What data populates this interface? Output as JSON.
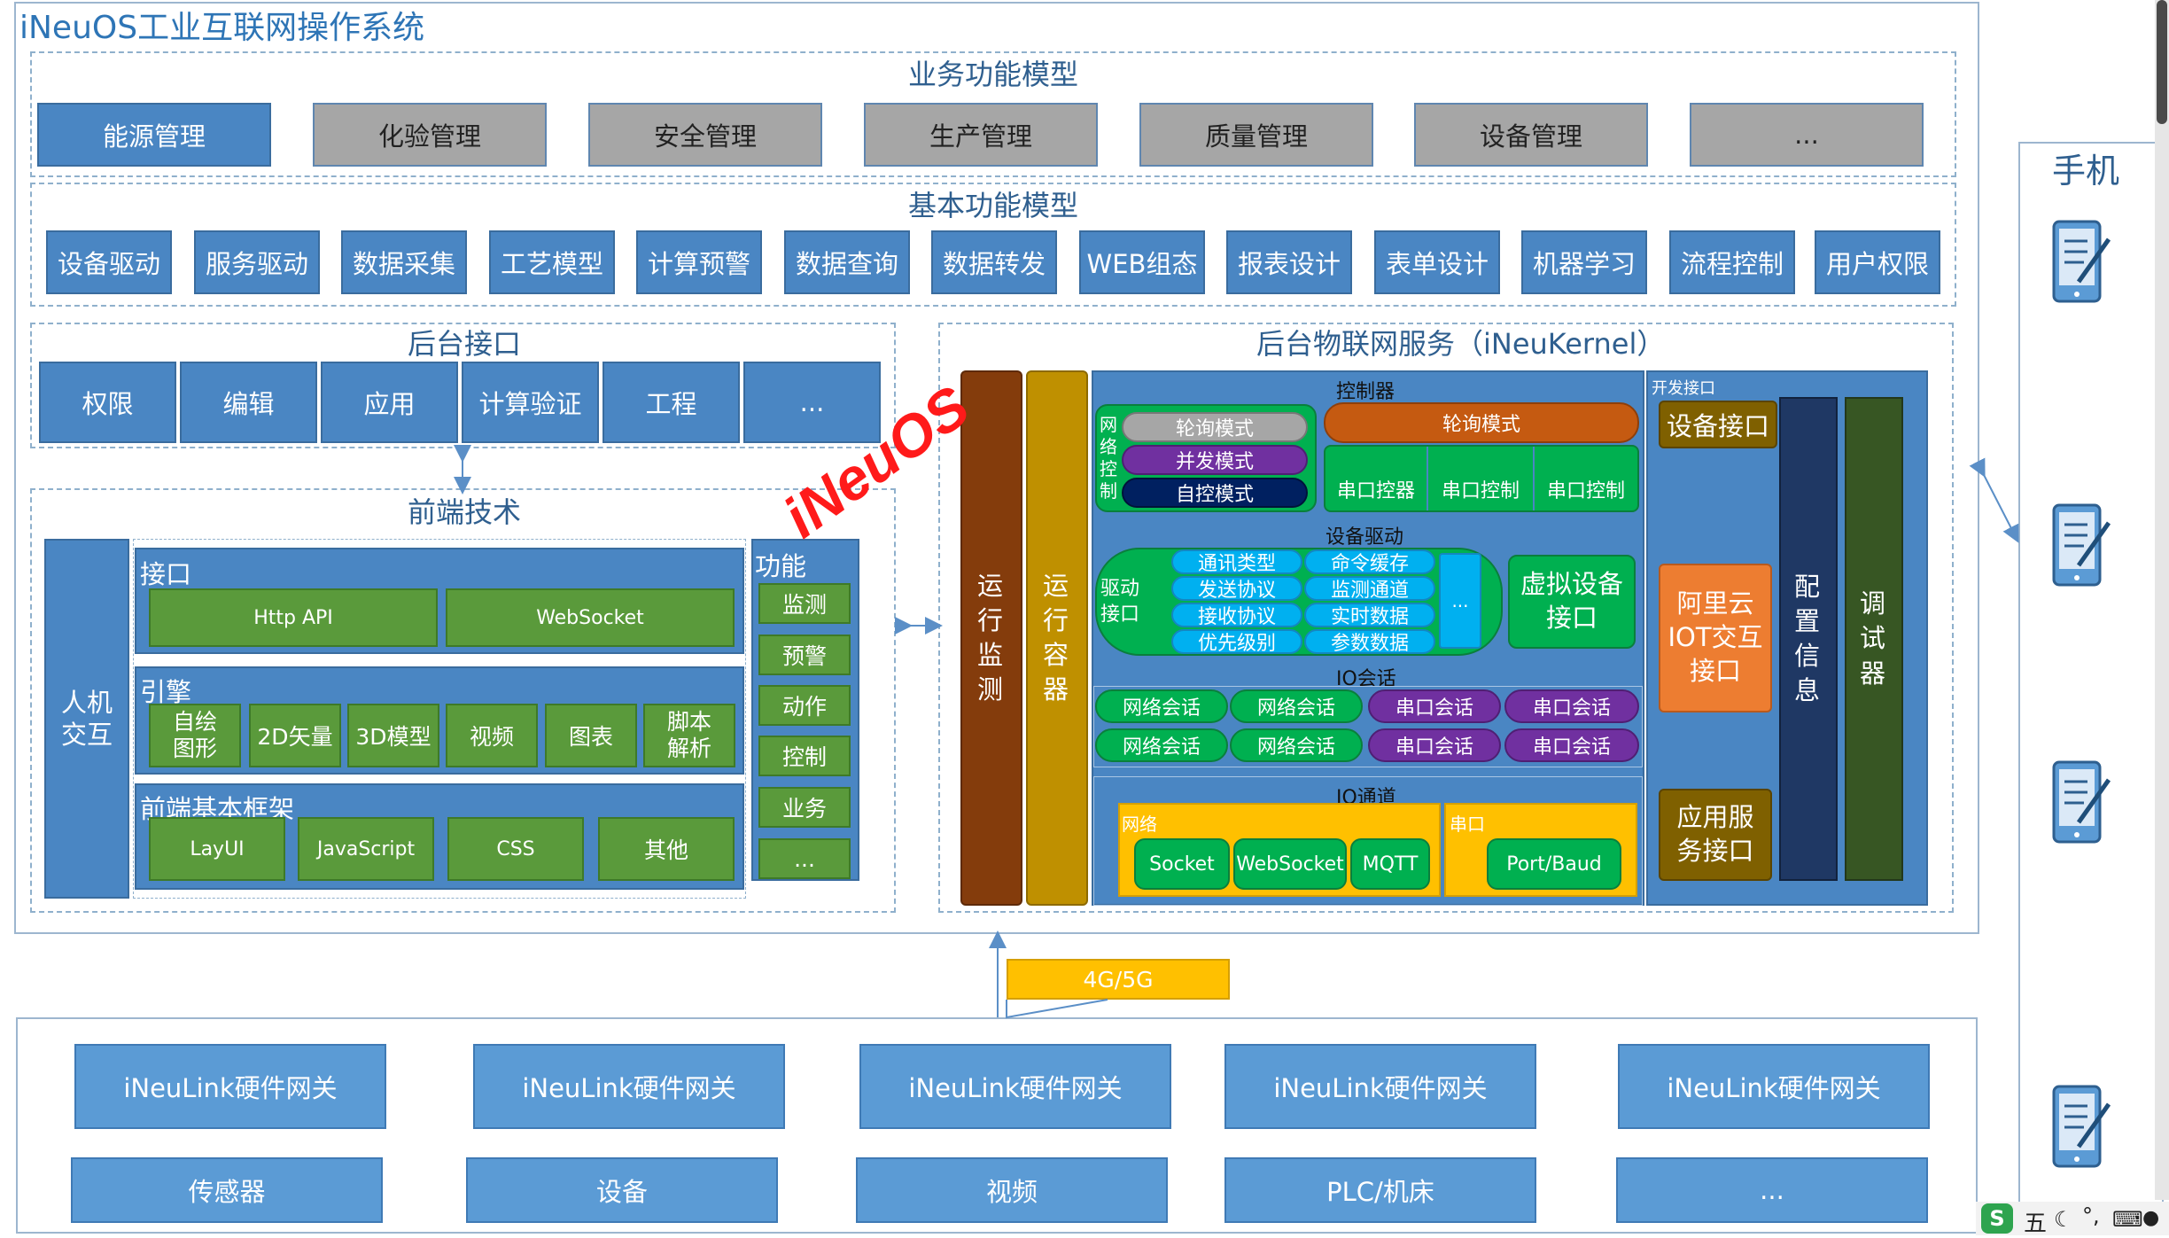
{
  "system_title": "iNeuOS工业互联网操作系统",
  "business": {
    "title": "业务功能模型",
    "items": [
      "能源管理",
      "化验管理",
      "安全管理",
      "生产管理",
      "质量管理",
      "设备管理",
      "..."
    ]
  },
  "basic": {
    "title": "基本功能模型",
    "items": [
      "设备驱动",
      "服务驱动",
      "数据采集",
      "工艺模型",
      "计算预警",
      "数据查询",
      "数据转发",
      "WEB组态",
      "报表设计",
      "表单设计",
      "机器学习",
      "流程控制",
      "用户权限"
    ]
  },
  "backend": {
    "title": "后台接口",
    "items": [
      "权限",
      "编辑",
      "应用",
      "计算验证",
      "工程",
      "..."
    ]
  },
  "frontend": {
    "title": "前端技术",
    "hci": "人机交互",
    "interface": {
      "title": "接口",
      "items": [
        "Http API",
        "WebSocket"
      ]
    },
    "engine": {
      "title": "引擎",
      "items": [
        "自绘图形",
        "2D矢量",
        "3D模型",
        "视频",
        "图表",
        "脚本解析"
      ]
    },
    "framework": {
      "title": "前端基本框架",
      "items": [
        "LayUI",
        "JavaScript",
        "CSS",
        "其他"
      ]
    },
    "functions": {
      "title": "功能",
      "items": [
        "监测",
        "预警",
        "动作",
        "控制",
        "业务",
        "..."
      ]
    }
  },
  "watermark": "iNeuOS",
  "iot": {
    "title": "后台物联网服务（iNeuKernel）",
    "run_monitor": "运行监测",
    "run_container": "运行容器",
    "controller": {
      "title": "控制器",
      "net_ctrl": "网络控制",
      "modes": [
        "轮询模式",
        "并发模式",
        "自控模式"
      ],
      "serial_mode": "轮询模式",
      "serial": [
        "串口控器",
        "串口控制",
        "串口控制"
      ]
    },
    "driver": {
      "title": "设备驱动",
      "label": "驱动接口",
      "items": [
        "通讯类型",
        "命令缓存",
        "发送协议",
        "监测通道",
        "接收协议",
        "实时数据",
        "优先级别",
        "参数数据"
      ],
      "more": "...",
      "virtual": "虚拟设备接口"
    },
    "io_session": {
      "title": "IO会话",
      "net": "网络会话",
      "serial": "串口会话"
    },
    "io_channel": {
      "title": "IO通道",
      "net_title": "网络",
      "net_items": [
        "Socket",
        "WebSocket",
        "MQTT"
      ],
      "serial_title": "串口",
      "serial_item": "Port/Baud"
    },
    "dev": {
      "title": "开发接口",
      "device_if": "设备接口",
      "aliyun": "阿里云IOT交互接口",
      "app_if": "应用服务接口",
      "config": "配置信息",
      "debugger": "调试器"
    }
  },
  "network": "4G/5G",
  "gateways": [
    "iNeuLink硬件网关",
    "iNeuLink硬件网关",
    "iNeuLink硬件网关",
    "iNeuLink硬件网关",
    "iNeuLink硬件网关"
  ],
  "devices": [
    "传感器",
    "设备",
    "视频",
    "PLC/机床",
    "..."
  ],
  "mobile": {
    "title": "手机"
  },
  "taskbar": [
    "五",
    "°,"
  ],
  "colors": {
    "blue": "#4a86c3",
    "grey": "#a6a6a6",
    "green": "#5a9a3b",
    "brown": "#843c0c",
    "gold": "#bf9000",
    "navy": "#1f3864",
    "orange": "#ed7d31",
    "yellow": "#ffc000"
  }
}
